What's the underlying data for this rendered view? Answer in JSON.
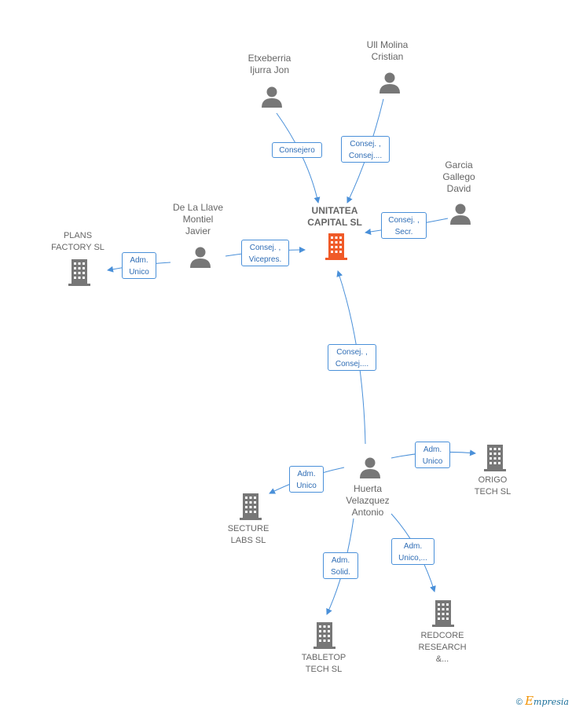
{
  "nodes": {
    "main_company": {
      "label": "UNITATEA\nCAPITAL  SL"
    },
    "etxeberria": {
      "label": "Etxeberria\nIjurra Jon"
    },
    "ull": {
      "label": "Ull Molina\nCristian"
    },
    "garcia": {
      "label": "Garcia\nGallego\nDavid"
    },
    "delallave": {
      "label": "De La Llave\nMontiel\nJavier"
    },
    "plans": {
      "label": "PLANS\nFACTORY  SL"
    },
    "huerta": {
      "label": "Huerta\nVelazquez\nAntonio"
    },
    "origo": {
      "label": "ORIGO\nTECH SL"
    },
    "secture": {
      "label": "SECTURE\nLABS  SL"
    },
    "tabletop": {
      "label": "TABLETOP\nTECH  SL"
    },
    "redcore": {
      "label": "REDCORE\nRESEARCH\n&..."
    }
  },
  "relations": {
    "etxeberria_main": "Consejero",
    "ull_main": "Consej. ,\nConsej....",
    "garcia_main": "Consej. ,\nSecr.",
    "delallave_main": "Consej. ,\nVicepres.",
    "delallave_plans": "Adm.\nUnico",
    "huerta_main": "Consej. ,\nConsej....",
    "huerta_origo": "Adm.\nUnico",
    "huerta_secture": "Adm.\nUnico",
    "huerta_tabletop": "Adm.\nSolid.",
    "huerta_redcore": "Adm.\nUnico,..."
  },
  "colors": {
    "edge": "#4a90d9",
    "person": "#777777",
    "company": "#777777",
    "main_company": "#f05a28"
  },
  "footer": {
    "copyright": "©",
    "brand_first": "E",
    "brand_rest": "mpresia"
  }
}
